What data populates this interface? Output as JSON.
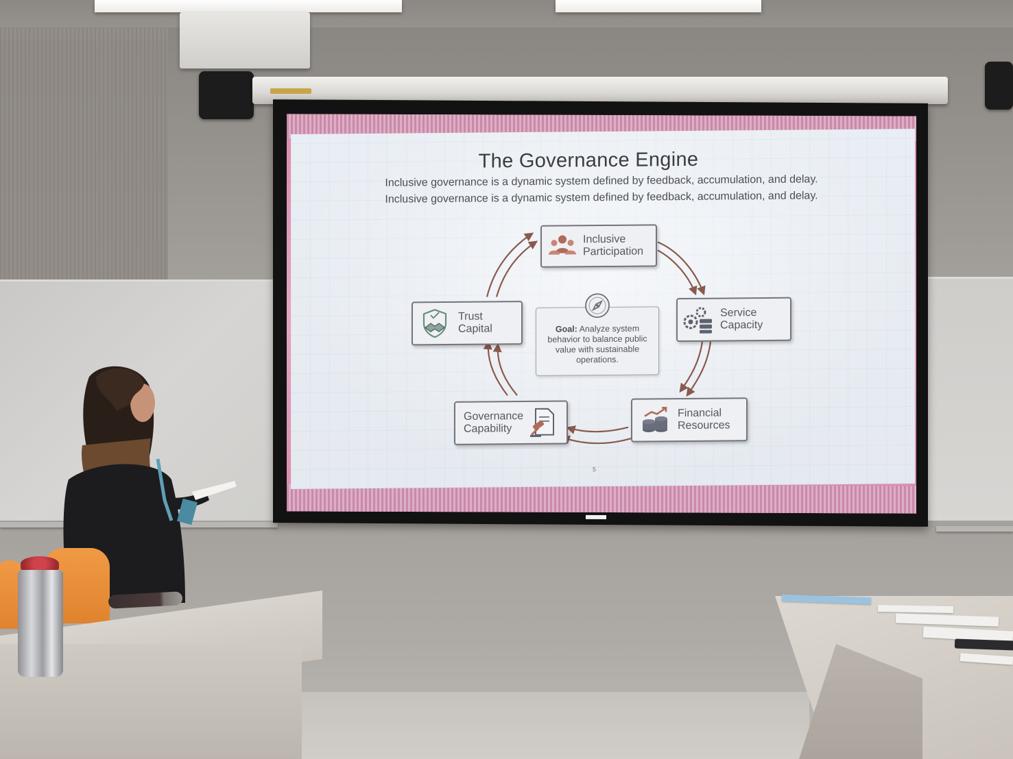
{
  "slide": {
    "title": "The Governance Engine",
    "subtitle_1": "Inclusive governance is a dynamic system defined by feedback, accumulation, and delay.",
    "subtitle_2": "Inclusive governance is a dynamic system defined by feedback, accumulation, and delay.",
    "page_number": "5",
    "nodes": {
      "inclusive_participation": "Inclusive\nParticipation",
      "service_capacity": "Service\nCapacity",
      "financial_resources": "Financial\nResources",
      "governance_capability": "Governance\nCapability",
      "trust_capital": "Trust\nCapital"
    },
    "goal": {
      "label": "Goal:",
      "text": " Analyze system behavior to balance public value with sustainable operations."
    },
    "icons": {
      "inclusive_participation": "people-group-icon",
      "service_capacity": "gears-server-icon",
      "financial_resources": "coins-chart-icon",
      "governance_capability": "document-gavel-icon",
      "trust_capital": "shield-handshake-icon",
      "goal": "compass-icon"
    },
    "colors": {
      "arrow": "#8a5a4e",
      "node_border": "#76747a",
      "icon_accent": "#b06a5a"
    }
  }
}
